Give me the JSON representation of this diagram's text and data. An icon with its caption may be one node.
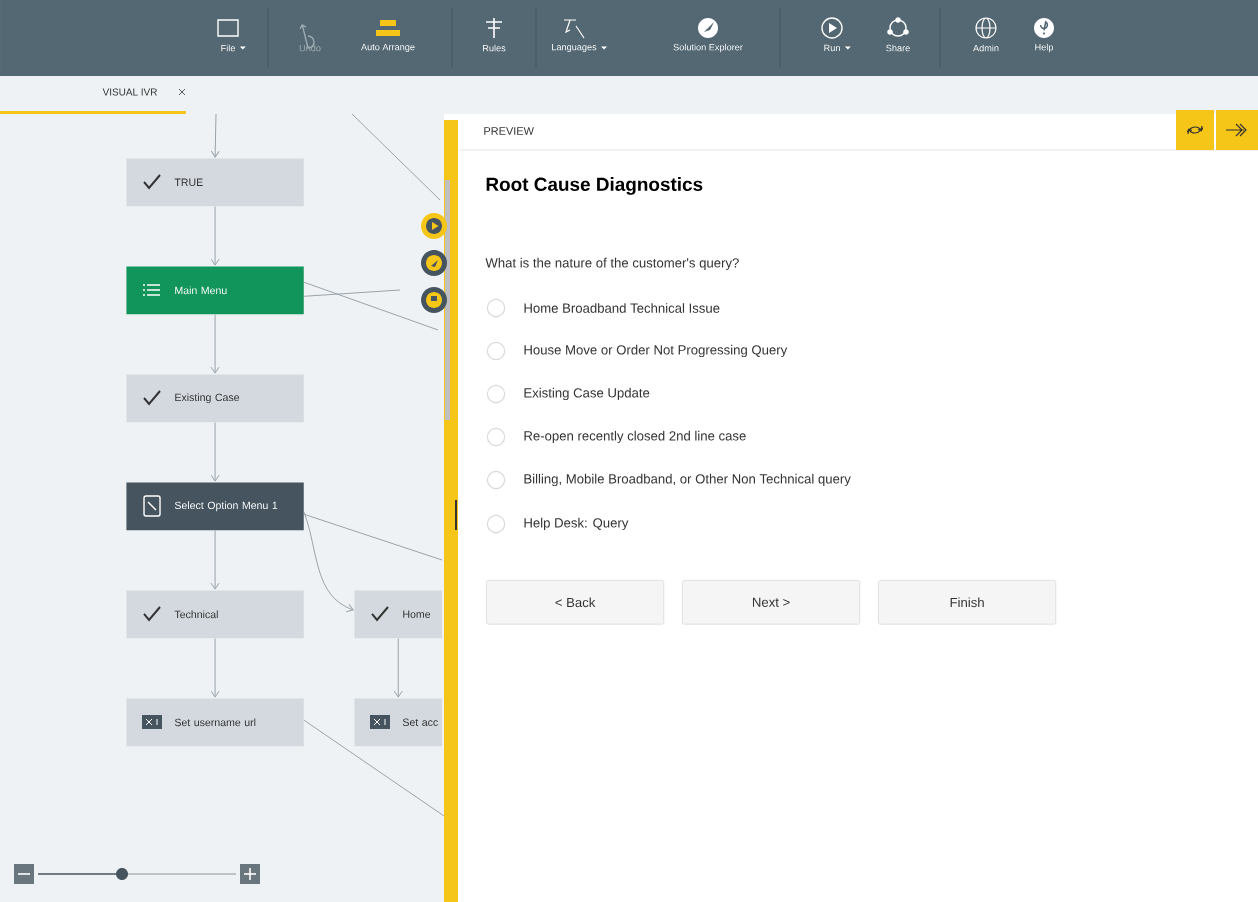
{
  "diagram": {
    "nodes": [
      {
        "text": [
          "TRUE"
        ]
      },
      {
        "text": [
          "Main Menu"
        ]
      },
      {
        "text": [
          "Existing Case"
        ]
      },
      {
        "text": [
          "Select Option Menu 1"
        ]
      },
      {
        "text": [
          "Technical"
        ]
      },
      {
        "text": [
          "Home"
        ]
      },
      {
        "text": [
          "Set username url"
        ]
      },
      {
        "text": [
          "Set acc"
        ]
      }
    ],
    "edges": [
      {
        "from": null,
        "to": 0,
        "arrow": "to"
      },
      {
        "from": 0,
        "to": 1,
        "arrow": "to"
      },
      {
        "from": 1,
        "to": 2,
        "arrow": "to"
      },
      {
        "from": 2,
        "to": 3,
        "arrow": "to"
      },
      {
        "from": 3,
        "to": 4,
        "arrow": "to"
      },
      {
        "from": 3,
        "to": 5,
        "arrow": "to"
      },
      {
        "from": 4,
        "to": 6,
        "arrow": "to"
      },
      {
        "from": 5,
        "to": 7,
        "arrow": "to"
      },
      {
        "from": 1,
        "to": null,
        "arrow": "none"
      },
      {
        "from": 1,
        "to": null,
        "arrow": "none"
      },
      {
        "from": 3,
        "to": null,
        "arrow": "none"
      },
      {
        "from": 6,
        "to": null,
        "arrow": "none"
      }
    ],
    "labels": [
      "File",
      "Undo",
      "Auto Arrange",
      "Rules",
      "Languages",
      "Solution Explorer",
      "Run",
      "Share",
      "Admin",
      "Help",
      "VISUAL IVR",
      "PREVIEW",
      "Root Cause Diagnostics",
      "What is the nature of the customer's query?",
      "Home Broadband Technical Issue",
      "House Move or Order Not Progressing Query",
      "Existing Case Update",
      "Re-open recently closed 2nd line case",
      "Billing, Mobile Broadband, or Other Non Technical query",
      "Help Desk: Query",
      "< Back",
      "Next >",
      "Finish"
    ]
  }
}
